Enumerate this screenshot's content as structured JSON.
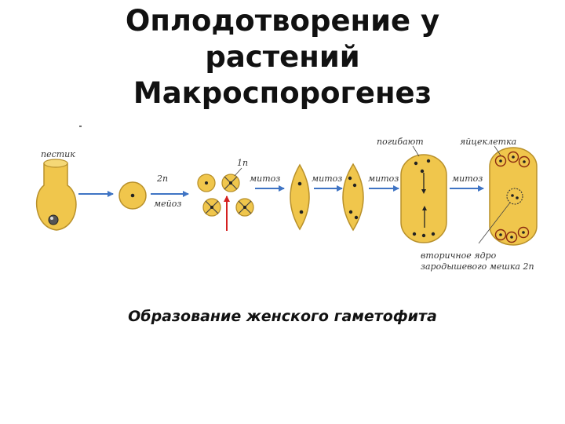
{
  "title": {
    "line1": "Оплодотворение у",
    "line2": "растений",
    "line3": "Макроспорогенез"
  },
  "diagram": {
    "labels": {
      "pestik": "пестик",
      "two_n": "2n",
      "meioz": "мейоз",
      "one_n": "1n",
      "mitoz_1": "митоз",
      "mitoz_2": "митоз",
      "mitoz_3": "митоз",
      "mitoz_4": "митоз",
      "pogibayut": "погибают",
      "yaitsekletka": "яйцеклетка",
      "vtorichnoe_line1": "вторичное ядро",
      "vtorichnoe_line2": "зародышевого мешка 2n"
    },
    "colors": {
      "cell_fill": "#f0c64c",
      "cell_stroke": "#b8902a",
      "arrow_blue": "#3f74c4",
      "arrow_red": "#d42020",
      "nucleus": "#222222"
    }
  },
  "caption": "Образование женского гаметофита"
}
